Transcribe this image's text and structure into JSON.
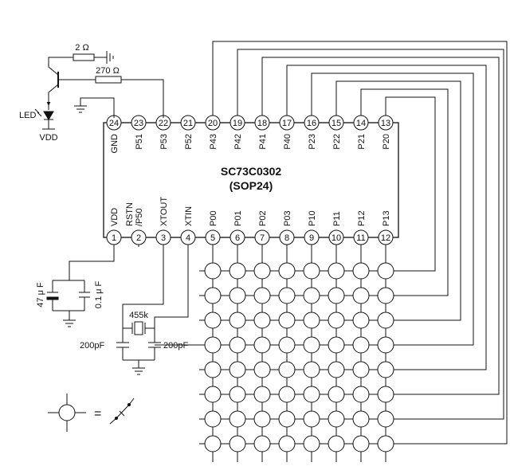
{
  "chip": {
    "part_number": "SC73C0302",
    "package": "(SOP24)",
    "top_pins": [
      {
        "num": "24",
        "label": "GND"
      },
      {
        "num": "23",
        "label": "P51"
      },
      {
        "num": "22",
        "label": "P53"
      },
      {
        "num": "21",
        "label": "P52"
      },
      {
        "num": "20",
        "label": "P43"
      },
      {
        "num": "19",
        "label": "P42"
      },
      {
        "num": "18",
        "label": "P41"
      },
      {
        "num": "17",
        "label": "P40"
      },
      {
        "num": "16",
        "label": "P23"
      },
      {
        "num": "15",
        "label": "P22"
      },
      {
        "num": "14",
        "label": "P21"
      },
      {
        "num": "13",
        "label": "P20"
      }
    ],
    "bottom_pins": [
      {
        "num": "1",
        "label": "VDD"
      },
      {
        "num": "2",
        "label": "RSTN /P50"
      },
      {
        "num": "3",
        "label": "XTOUT"
      },
      {
        "num": "4",
        "label": "XTIN"
      },
      {
        "num": "5",
        "label": "P00"
      },
      {
        "num": "6",
        "label": "P01"
      },
      {
        "num": "7",
        "label": "P02"
      },
      {
        "num": "8",
        "label": "P03"
      },
      {
        "num": "9",
        "label": "P10"
      },
      {
        "num": "10",
        "label": "P11"
      },
      {
        "num": "11",
        "label": "P12"
      },
      {
        "num": "12",
        "label": "P13"
      }
    ]
  },
  "components": {
    "r1": "2 Ω",
    "r2": "270 Ω",
    "led": "LED",
    "vdd_led": "VDD",
    "c_electrolytic": "47 μ F",
    "c_ceramic": "0.1 μ F",
    "crystal": "455k",
    "c_left": "200pF",
    "c_right": "200pF",
    "legend_equals": "="
  },
  "key_matrix": {
    "rows": 8,
    "cols": 8
  }
}
